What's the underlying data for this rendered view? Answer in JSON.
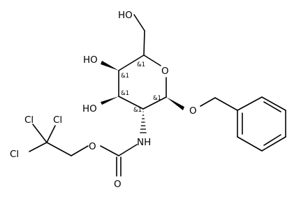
{
  "molecule": {
    "atoms": {
      "oh_top": "HO",
      "oh_c4": "HO",
      "oh_c3": "HO",
      "ring_o": "O",
      "glyco_o": "O",
      "nh": "NH",
      "carb_o_single": "O",
      "carb_o_double": "O",
      "cl1": "Cl",
      "cl2": "Cl",
      "cl3": "Cl"
    },
    "stereo": {
      "c5": "&1",
      "c4": "&1",
      "c3": "&1",
      "c2": "&1",
      "c1": "&1"
    }
  }
}
